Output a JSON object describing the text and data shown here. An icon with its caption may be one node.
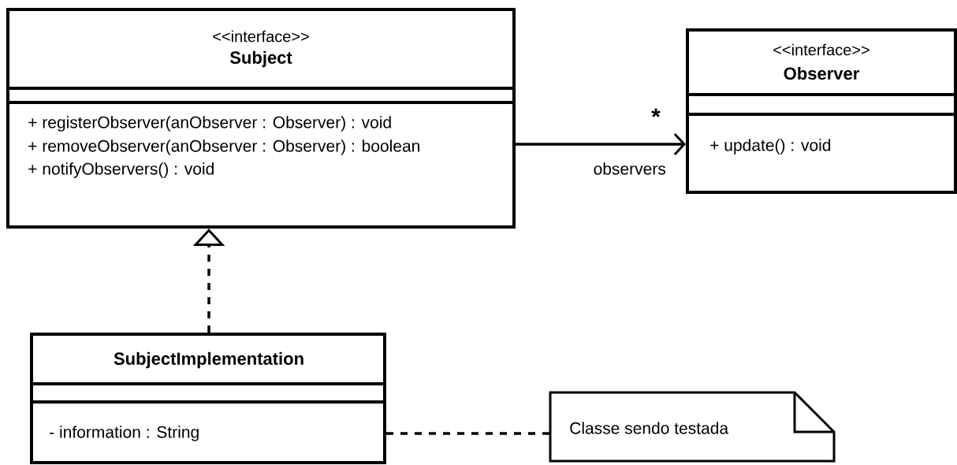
{
  "diagram": {
    "nodes": [
      {
        "text": [
          "<<interface>>",
          "Subject",
          "+ registerObserver(anObserver : Observer) : void",
          "+ removeObserver(anObserver : Observer) : boolean",
          "+ notifyObservers() : void"
        ]
      },
      {
        "text": [
          "<<interface>>",
          "Observer",
          "+ update() : void"
        ]
      },
      {
        "text": [
          "SubjectImplementation",
          "- information : String"
        ]
      },
      {
        "text": [
          "Classe sendo testada"
        ]
      }
    ],
    "edges": [
      {
        "from": 0,
        "to": 1,
        "arrow": "to",
        "label": "observers"
      },
      {
        "from": 2,
        "to": 0,
        "arrow": "to",
        "style": "dashed"
      },
      {
        "from": 2,
        "to": 3,
        "arrow": "none",
        "style": "dashed"
      }
    ],
    "labels": [
      "*"
    ]
  }
}
